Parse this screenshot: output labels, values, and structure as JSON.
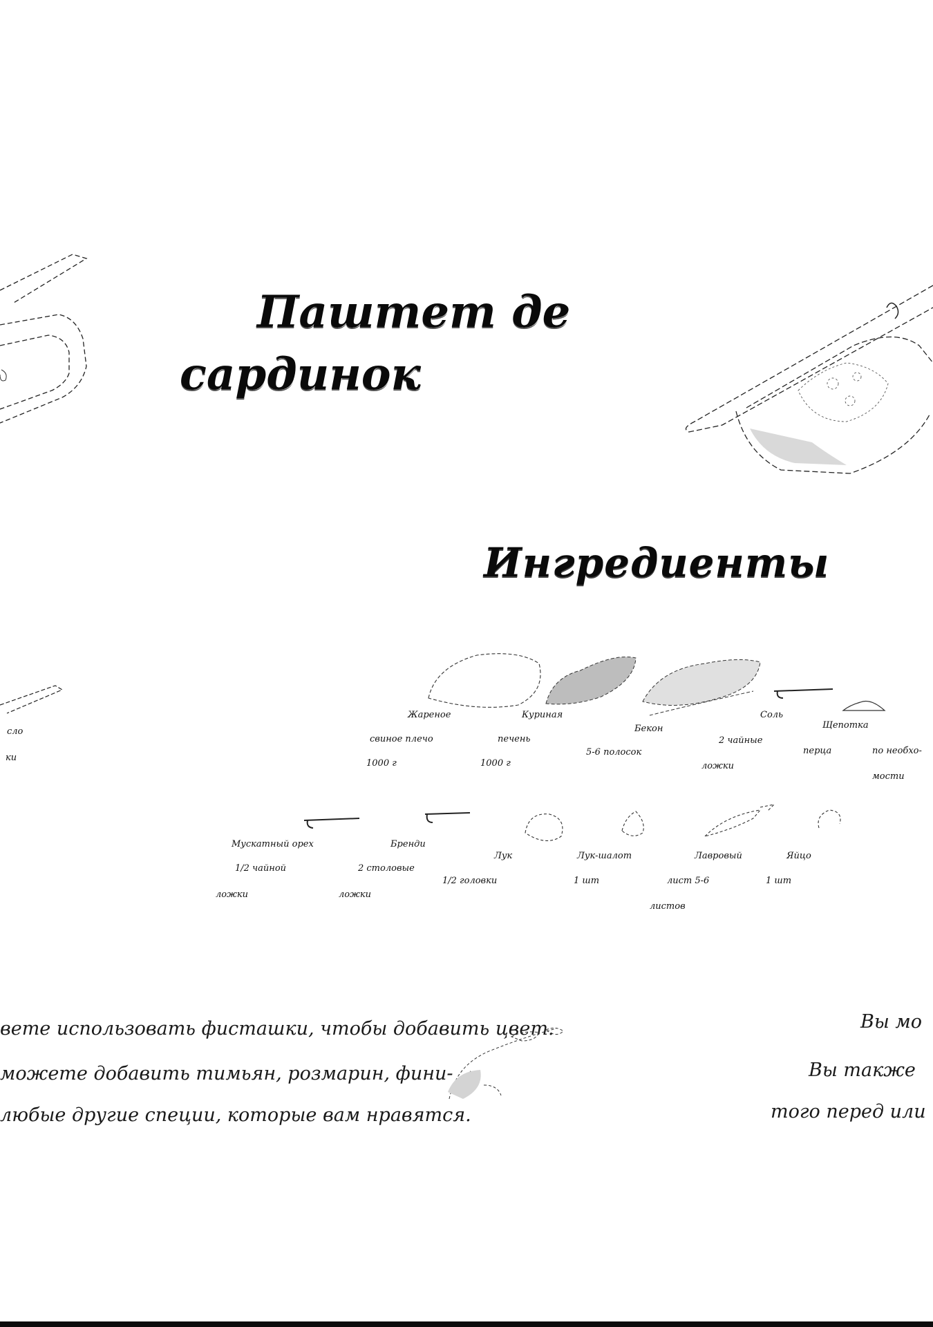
{
  "page": {
    "title_line1": "Паштет де",
    "title_line2": "сардинок",
    "ingredients_heading": "Ингредиенты"
  },
  "ingredients_row1": [
    {
      "name": "Жареное",
      "detail1": "свиное плечо",
      "detail2": "1000 г"
    },
    {
      "name": "Куриная",
      "detail1": "печень",
      "detail2": "1000 г"
    },
    {
      "name": "Бекон",
      "detail1": "5-6 полосок",
      "detail2": ""
    },
    {
      "name": "Соль",
      "detail1": "2 чайные",
      "detail2": "ложки"
    },
    {
      "name": "Щепотка",
      "detail1": "перца",
      "detail2": ""
    },
    {
      "name": "",
      "detail1": "по необхо-",
      "detail2": "мости"
    }
  ],
  "ingredients_row1_left": [
    "сло",
    "ки"
  ],
  "ingredients_row2": [
    {
      "name": "Мускатный орех",
      "detail1": "1/2 чайной",
      "detail2": "ложки"
    },
    {
      "name": "Бренди",
      "detail1": "2 столовые",
      "detail2": "ложки"
    },
    {
      "name": "Лук",
      "detail1": "1/2 головки",
      "detail2": ""
    },
    {
      "name": "Лук-шалот",
      "detail1": "1 шт",
      "detail2": ""
    },
    {
      "name": "Лавровый",
      "detail1": "лист 5-6",
      "detail2": "листов"
    },
    {
      "name": "Яйцо",
      "detail1": "1 шт",
      "detail2": ""
    }
  ],
  "notes_left": [
    "вете использовать фисташки, чтобы добавить цвет.",
    "можете добавить тимьян, розмарин, фини-",
    "любые другие специи, которые вам нравятся."
  ],
  "notes_right": [
    "Вы мо",
    "Вы также",
    "того перед или п"
  ]
}
